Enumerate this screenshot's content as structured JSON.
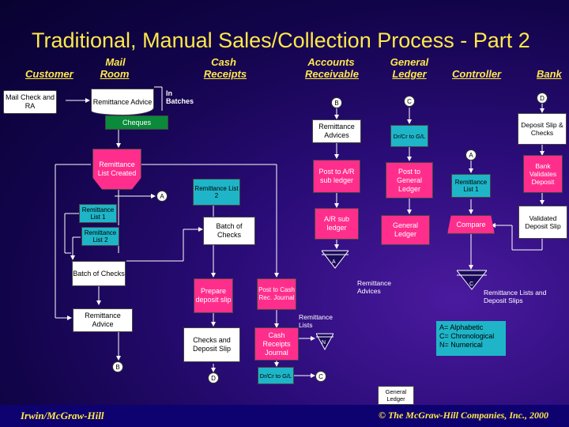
{
  "title": "Traditional, Manual Sales/Collection Process  - Part 2",
  "columns": {
    "customer": "Customer",
    "mail_room_1": "Mail",
    "mail_room_2": "Room",
    "cash_1": "Cash",
    "cash_2": "Receipts",
    "ar_1": "Accounts",
    "ar_2": "Receivable",
    "gl_1": "General",
    "gl_2": "Ledger",
    "controller": "Controller",
    "bank": "Bank"
  },
  "nodes": {
    "mail_check": "Mail Check and RA",
    "remittance_advice": "Remittance Advice",
    "in_batches": "In Batches",
    "cheques": "Cheques",
    "remittance_list_created": "Remittance List Created",
    "remittance_list1": "Remittance List 1",
    "remittance_list2": "Remittance List 2",
    "batch_checks_mail": "Batch of Checks",
    "remittance_advice2": "Remittance Advice",
    "remittance_list2_cash": "Remittance List 2",
    "batch_checks_cash": "Batch of Checks",
    "prepare_deposit": "Prepare deposit slip",
    "checks_deposit_slip": "Checks and Deposit Slip",
    "post_cash_rec": "Post to Cash Rec. Journal",
    "cash_receipts_journal": "Cash Receipts Journal",
    "drcr_gl_cash": "Dr/Cr to G/L",
    "remittance_advices_ar": "Remittance Advices",
    "post_ar": "Post to A/R sub ledger",
    "ar_sub_ledger": "A/R sub ledger",
    "drcr_gl": "Dr/Cr to G/L",
    "post_gl": "Post to General Ledger",
    "general_ledger_doc": "General Ledger",
    "remittance_list1_ctrl": "Remittance List 1",
    "compare": "Compare",
    "deposit_slip_checks": "Deposit Slip & Checks",
    "bank_validates": "Bank Validates Deposit",
    "validated_deposit": "Validated Deposit Slip",
    "general_ledger_bottom": "General Ledger"
  },
  "labels": {
    "remittance_advices_file": "Remittance Advices",
    "remittance_lists": "Remittance Lists",
    "remittance_lists_deposit": "Remittance Lists and Deposit Slips"
  },
  "connectors": {
    "a": "A",
    "b": "B",
    "c": "C",
    "d": "D",
    "n": "N"
  },
  "legend": {
    "line1": "A= Alphabetic",
    "line2": "C= Chronological",
    "line3": "N= Numerical"
  },
  "footer": {
    "left": "Irwin/McGraw-Hill",
    "right": "© The McGraw-Hill Companies, Inc., 2000"
  },
  "colors": {
    "title": "#ffe84a",
    "process": "#ff2e8c",
    "document_cyan": "#1fb5c8",
    "cheques_green": "#0a8a3a"
  }
}
